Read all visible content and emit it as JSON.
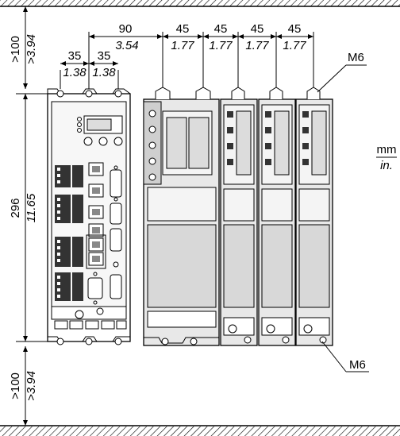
{
  "dimensions": {
    "width_90_mm": "90",
    "width_90_in": "3.54",
    "width_35a_mm": "35",
    "width_35a_in": "1.38",
    "width_35b_mm": "35",
    "width_35b_in": "1.38",
    "module_widths": [
      {
        "mm": "45",
        "in": "1.77"
      },
      {
        "mm": "45",
        "in": "1.77"
      },
      {
        "mm": "45",
        "in": "1.77"
      },
      {
        "mm": "45",
        "in": "1.77"
      }
    ],
    "top_clearance_mm": ">100",
    "top_clearance_in": ">3.94",
    "bottom_clearance_mm": ">100",
    "bottom_clearance_in": ">3.94",
    "height_mm": "296",
    "height_in": "11.65"
  },
  "labels": {
    "screw_top": "M6",
    "screw_bottom": "M6",
    "unit_mm": "mm",
    "unit_in": "in."
  },
  "colors": {
    "line": "#000000",
    "device_body": "#e6e6e6",
    "device_dark": "#bdbdbd",
    "rail_hatch": "#000000"
  }
}
